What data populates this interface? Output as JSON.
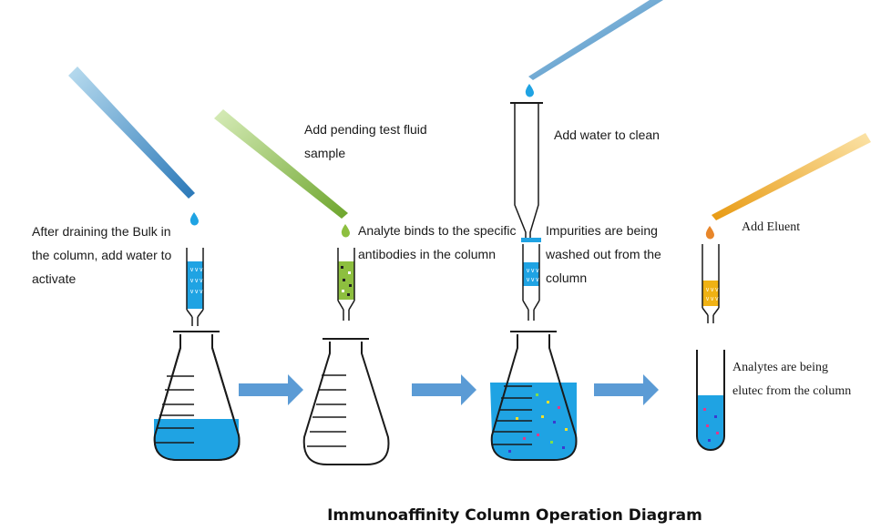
{
  "title": "Immunoaffinity Column Operation Diagram",
  "steps": [
    {
      "lines": [
        "After draining the Bulk in",
        "the column, add water to",
        "activate"
      ]
    },
    {
      "lines": [
        "Add pending test fluid",
        "sample"
      ]
    },
    {
      "lines": [
        "Analyte binds to the specific",
        "antibodies in the column"
      ]
    },
    {
      "lines": [
        "Add water to clean"
      ]
    },
    {
      "lines": [
        "Impurities are being",
        "washed out from the",
        "column"
      ]
    },
    {
      "lines": [
        "Add Eluent"
      ]
    },
    {
      "lines": [
        "Analytes are being",
        "elutec from the column"
      ]
    }
  ],
  "colors": {
    "water": "#1fa3e3",
    "sample": "#8dbf3f",
    "eluent": "#f0b214",
    "arrow": "#5b9bd5",
    "outline": "#1a1a1a"
  }
}
